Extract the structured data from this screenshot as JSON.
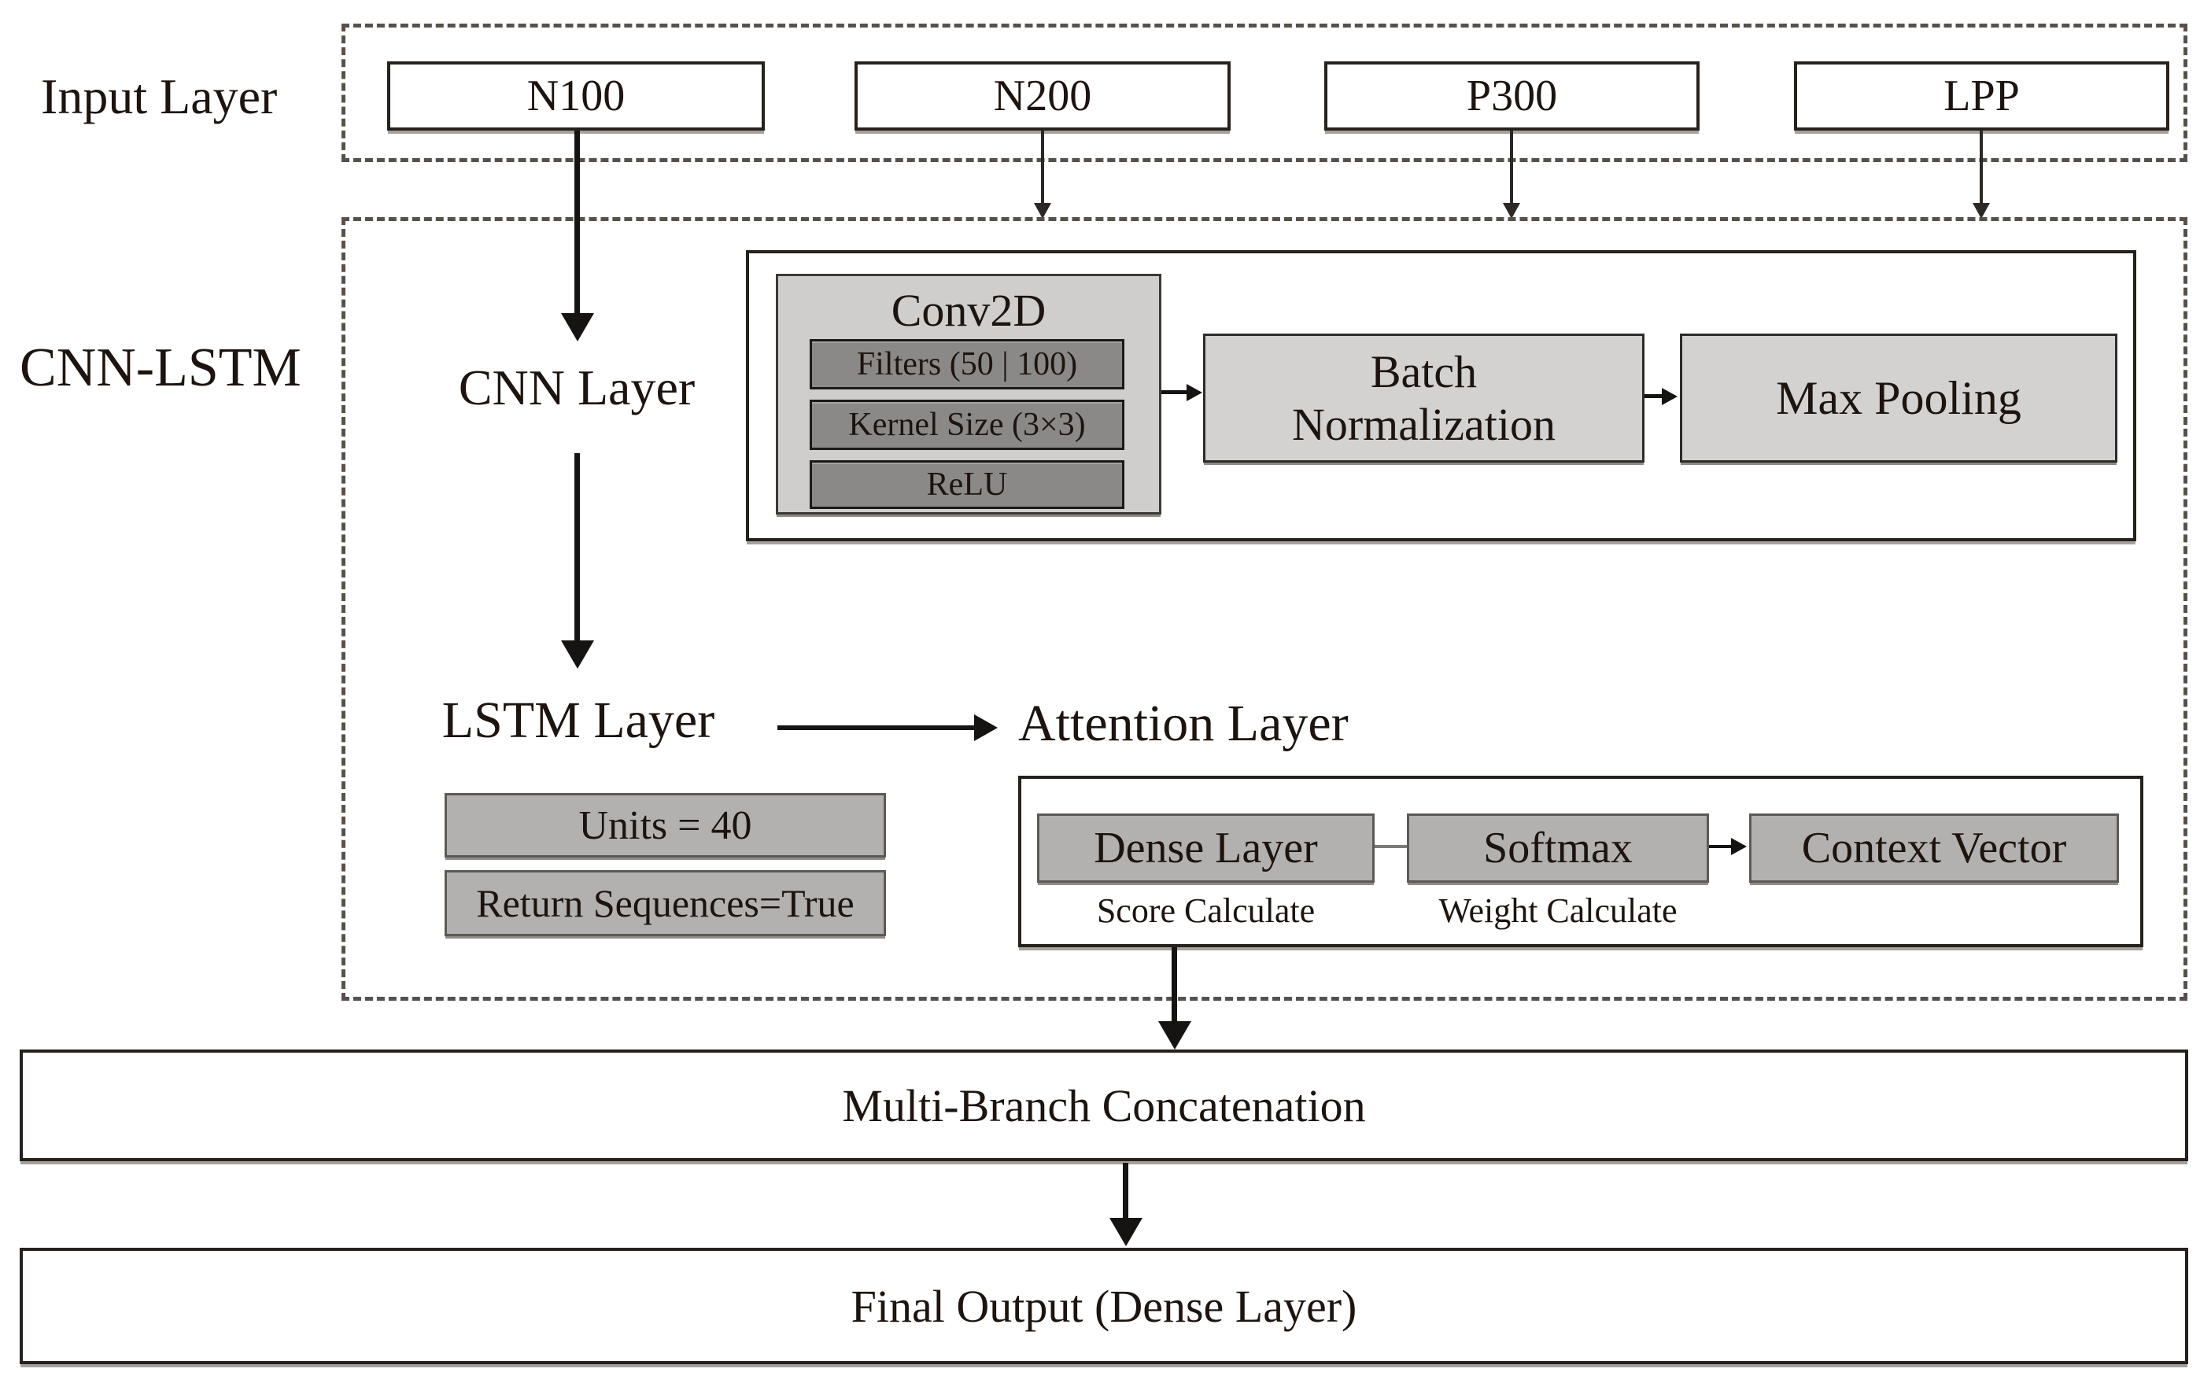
{
  "colors": {
    "background": "#ffffff",
    "text": "#1d140f",
    "dashed_border": "#56514b",
    "solid_border": "#26211d",
    "light_gray_fill": "#d3d2d0",
    "mid_gray_fill": "#b3b1af",
    "dark_gray_fill": "#8b8987",
    "conv_container_fill": "#cfcecc",
    "arrow_color": "#161412"
  },
  "input_layer": {
    "label": "Input Layer",
    "boxes": [
      {
        "label": "N100"
      },
      {
        "label": "N200"
      },
      {
        "label": "P300"
      },
      {
        "label": "LPP"
      }
    ]
  },
  "cnn_lstm": {
    "label": "CNN-LSTM",
    "cnn_layer": {
      "label": "CNN Layer",
      "conv2d": {
        "title": "Conv2D",
        "params": [
          "Filters (50 | 100)",
          "Kernel Size (3×3)",
          "ReLU"
        ]
      },
      "batch_norm_label": "Batch Normalization",
      "max_pooling_label": "Max Pooling"
    },
    "lstm_layer": {
      "label": "LSTM Layer",
      "params": [
        "Units = 40",
        "Return Sequences=True"
      ]
    },
    "attention_layer": {
      "label": "Attention Layer",
      "steps": [
        {
          "label": "Dense Layer",
          "caption": "Score Calculate"
        },
        {
          "label": "Softmax",
          "caption": "Weight Calculate"
        },
        {
          "label": "Context Vector"
        }
      ]
    }
  },
  "outputs": {
    "concatenation_label": "Multi-Branch Concatenation",
    "final_label": "Final Output (Dense Layer)"
  }
}
